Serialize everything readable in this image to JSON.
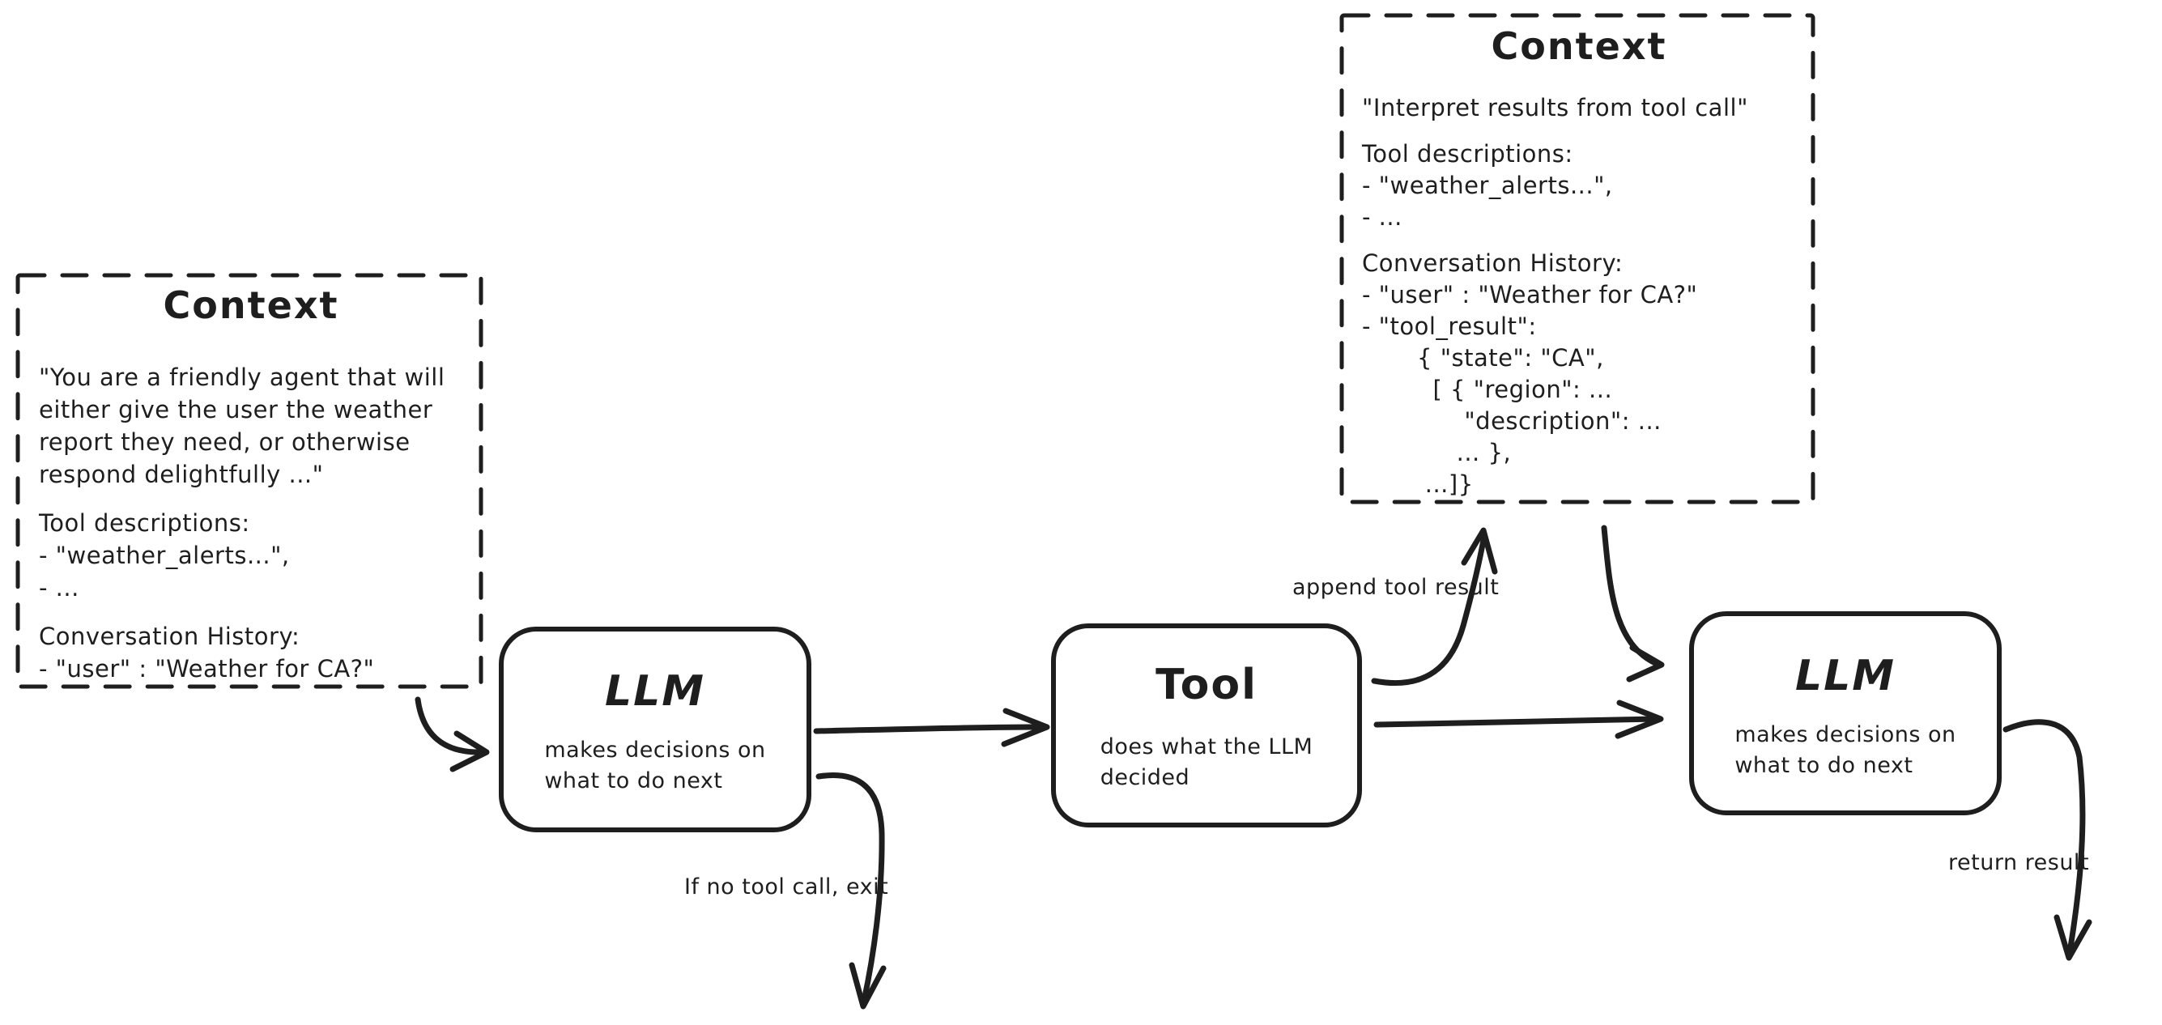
{
  "colors": {
    "ink": "#1e1e1e",
    "background": "#ffffff"
  },
  "context_initial": {
    "title": "Context",
    "lines": [
      "\"You are a friendly agent that will",
      "either give the user the weather",
      "report they need, or otherwise",
      "respond delightfully ...\"",
      "",
      "Tool descriptions:",
      "- \"weather_alerts...\",",
      "- ...",
      "",
      "Conversation History:",
      "- \"user\" : \"Weather for CA?\""
    ]
  },
  "context_with_tool_result": {
    "title": "Context",
    "lines": [
      "\"Interpret results from tool call\"",
      "",
      "Tool descriptions:",
      "- \"weather_alerts...\",",
      "- ...",
      "",
      "Conversation History:",
      "- \"user\" : \"Weather for CA?\"",
      "- \"tool_result\":",
      "       { \"state\": \"CA\",",
      "         [ { \"region\": ...",
      "             \"description\": ...",
      "            ... },",
      "        ...]}"
    ]
  },
  "nodes": {
    "llm_first": {
      "title": "LLM",
      "sub": [
        "makes decisions on",
        "what to do next"
      ]
    },
    "tool": {
      "title": "Tool",
      "sub": [
        "does what the LLM",
        "decided"
      ]
    },
    "llm_second": {
      "title": "LLM",
      "sub": [
        "makes decisions on",
        "what to do next"
      ]
    }
  },
  "edge_labels": {
    "append_tool_result": "append tool result",
    "no_tool_call_exit": "If no tool call, exit",
    "return_result": "return result"
  }
}
